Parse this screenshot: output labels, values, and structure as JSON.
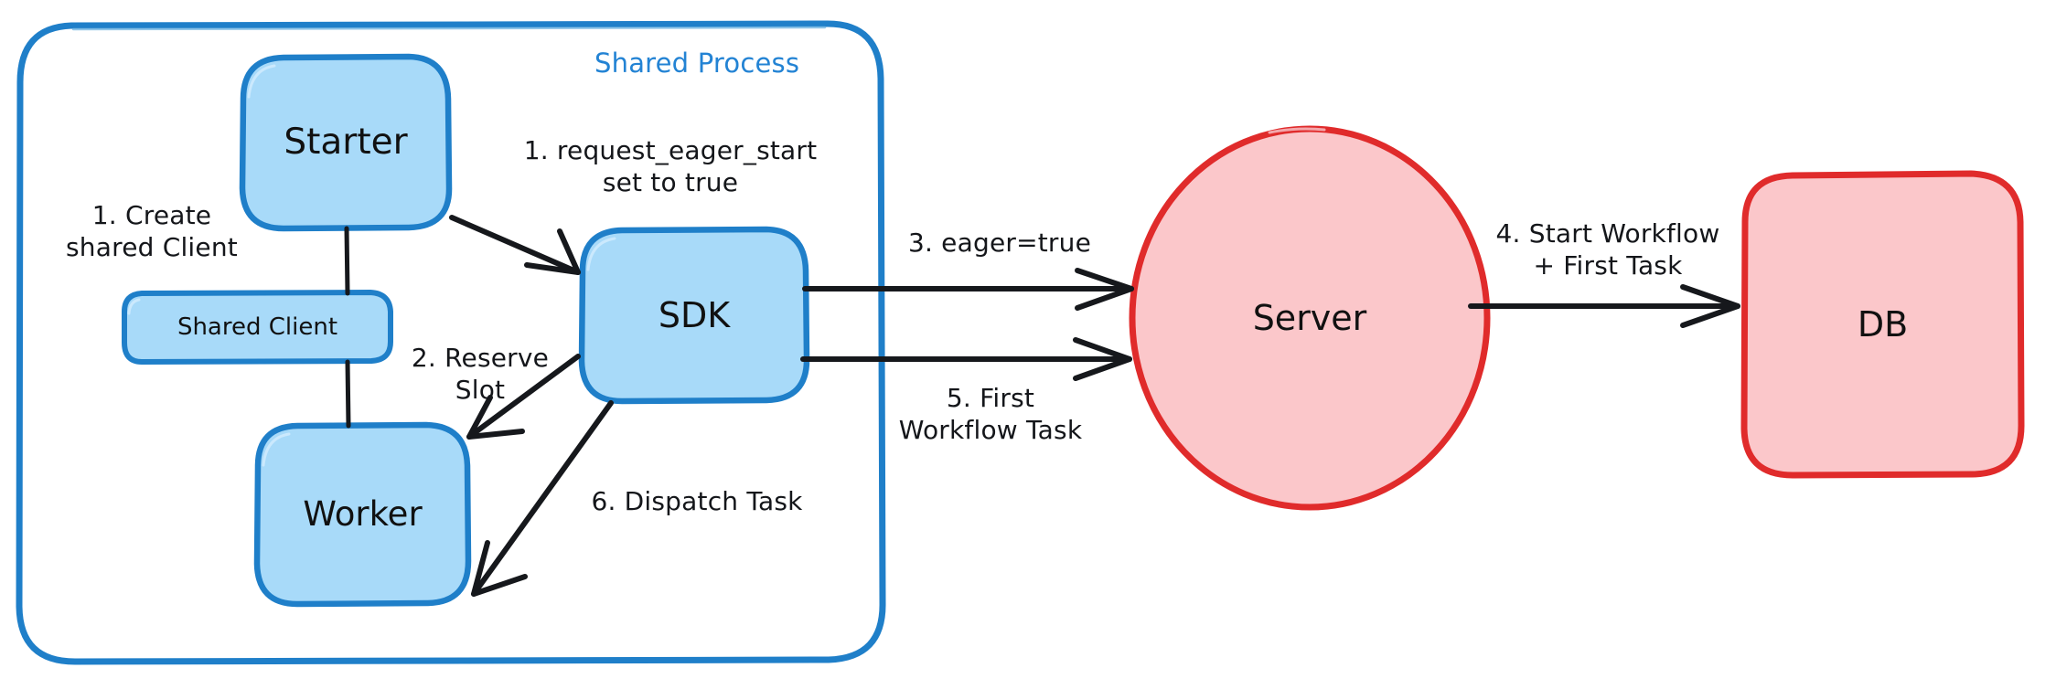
{
  "diagram": {
    "title_text": "Shared Process",
    "colors": {
      "blue_stroke": "#1f7fc9",
      "blue_fill": "#a8daf9",
      "blue_title": "#2383d4",
      "red_stroke": "#e02b2b",
      "red_fill": "#fbc7ca",
      "arrow_black": "#16181c",
      "background": "#ffffff"
    },
    "group": {
      "name": "Shared Process",
      "label": "Shared Process"
    },
    "nodes": [
      {
        "id": "starter",
        "label": "Starter",
        "shape": "rounded-rect",
        "color_role": "blue"
      },
      {
        "id": "shared-client",
        "label": "Shared Client",
        "shape": "rounded-rect",
        "color_role": "blue"
      },
      {
        "id": "worker",
        "label": "Worker",
        "shape": "rounded-rect",
        "color_role": "blue"
      },
      {
        "id": "sdk",
        "label": "SDK",
        "shape": "rounded-rect",
        "color_role": "blue"
      },
      {
        "id": "server",
        "label": "Server",
        "shape": "ellipse",
        "color_role": "red"
      },
      {
        "id": "db",
        "label": "DB",
        "shape": "rounded-rect",
        "color_role": "red"
      }
    ],
    "edge_labels": [
      {
        "id": "create-shared-client",
        "text": "1. Create\nshared Client"
      },
      {
        "id": "request-eager-start",
        "text": "1. request_eager_start\nset to true"
      },
      {
        "id": "reserve-slot",
        "text": "2. Reserve\nSlot"
      },
      {
        "id": "eager-true",
        "text": "3. eager=true"
      },
      {
        "id": "start-workflow-first-task",
        "text": "4. Start Workflow\n+ First Task"
      },
      {
        "id": "first-workflow-task",
        "text": "5. First\nWorkflow Task"
      },
      {
        "id": "dispatch-task",
        "text": "6. Dispatch Task"
      }
    ]
  }
}
